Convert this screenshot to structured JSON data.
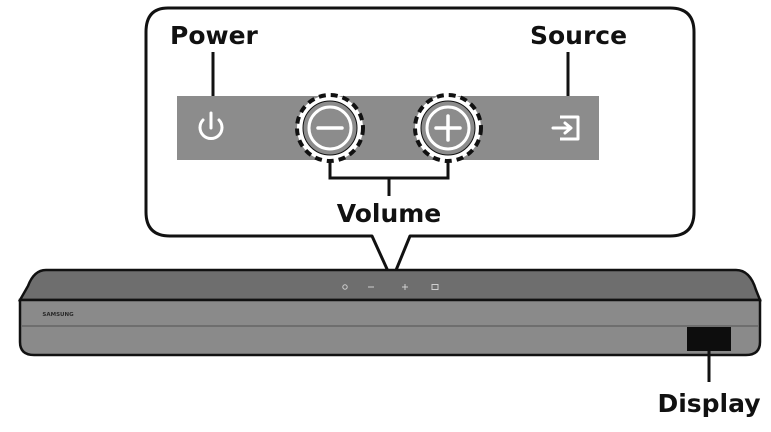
{
  "labels": {
    "power": "Power",
    "source": "Source",
    "volume": "Volume",
    "display": "Display"
  },
  "brand": "SAMSUNG",
  "icons": {
    "power": "power-icon",
    "volume_down": "minus-icon",
    "volume_up": "plus-icon",
    "source": "source-input-icon"
  },
  "colors": {
    "panel": "#8c8c8c",
    "icon": "#ffffff",
    "soundbar_body": "#8a8a8a",
    "soundbar_top": "#6e6e6e",
    "display_window": "#0d0d0d",
    "outline": "#111111"
  }
}
